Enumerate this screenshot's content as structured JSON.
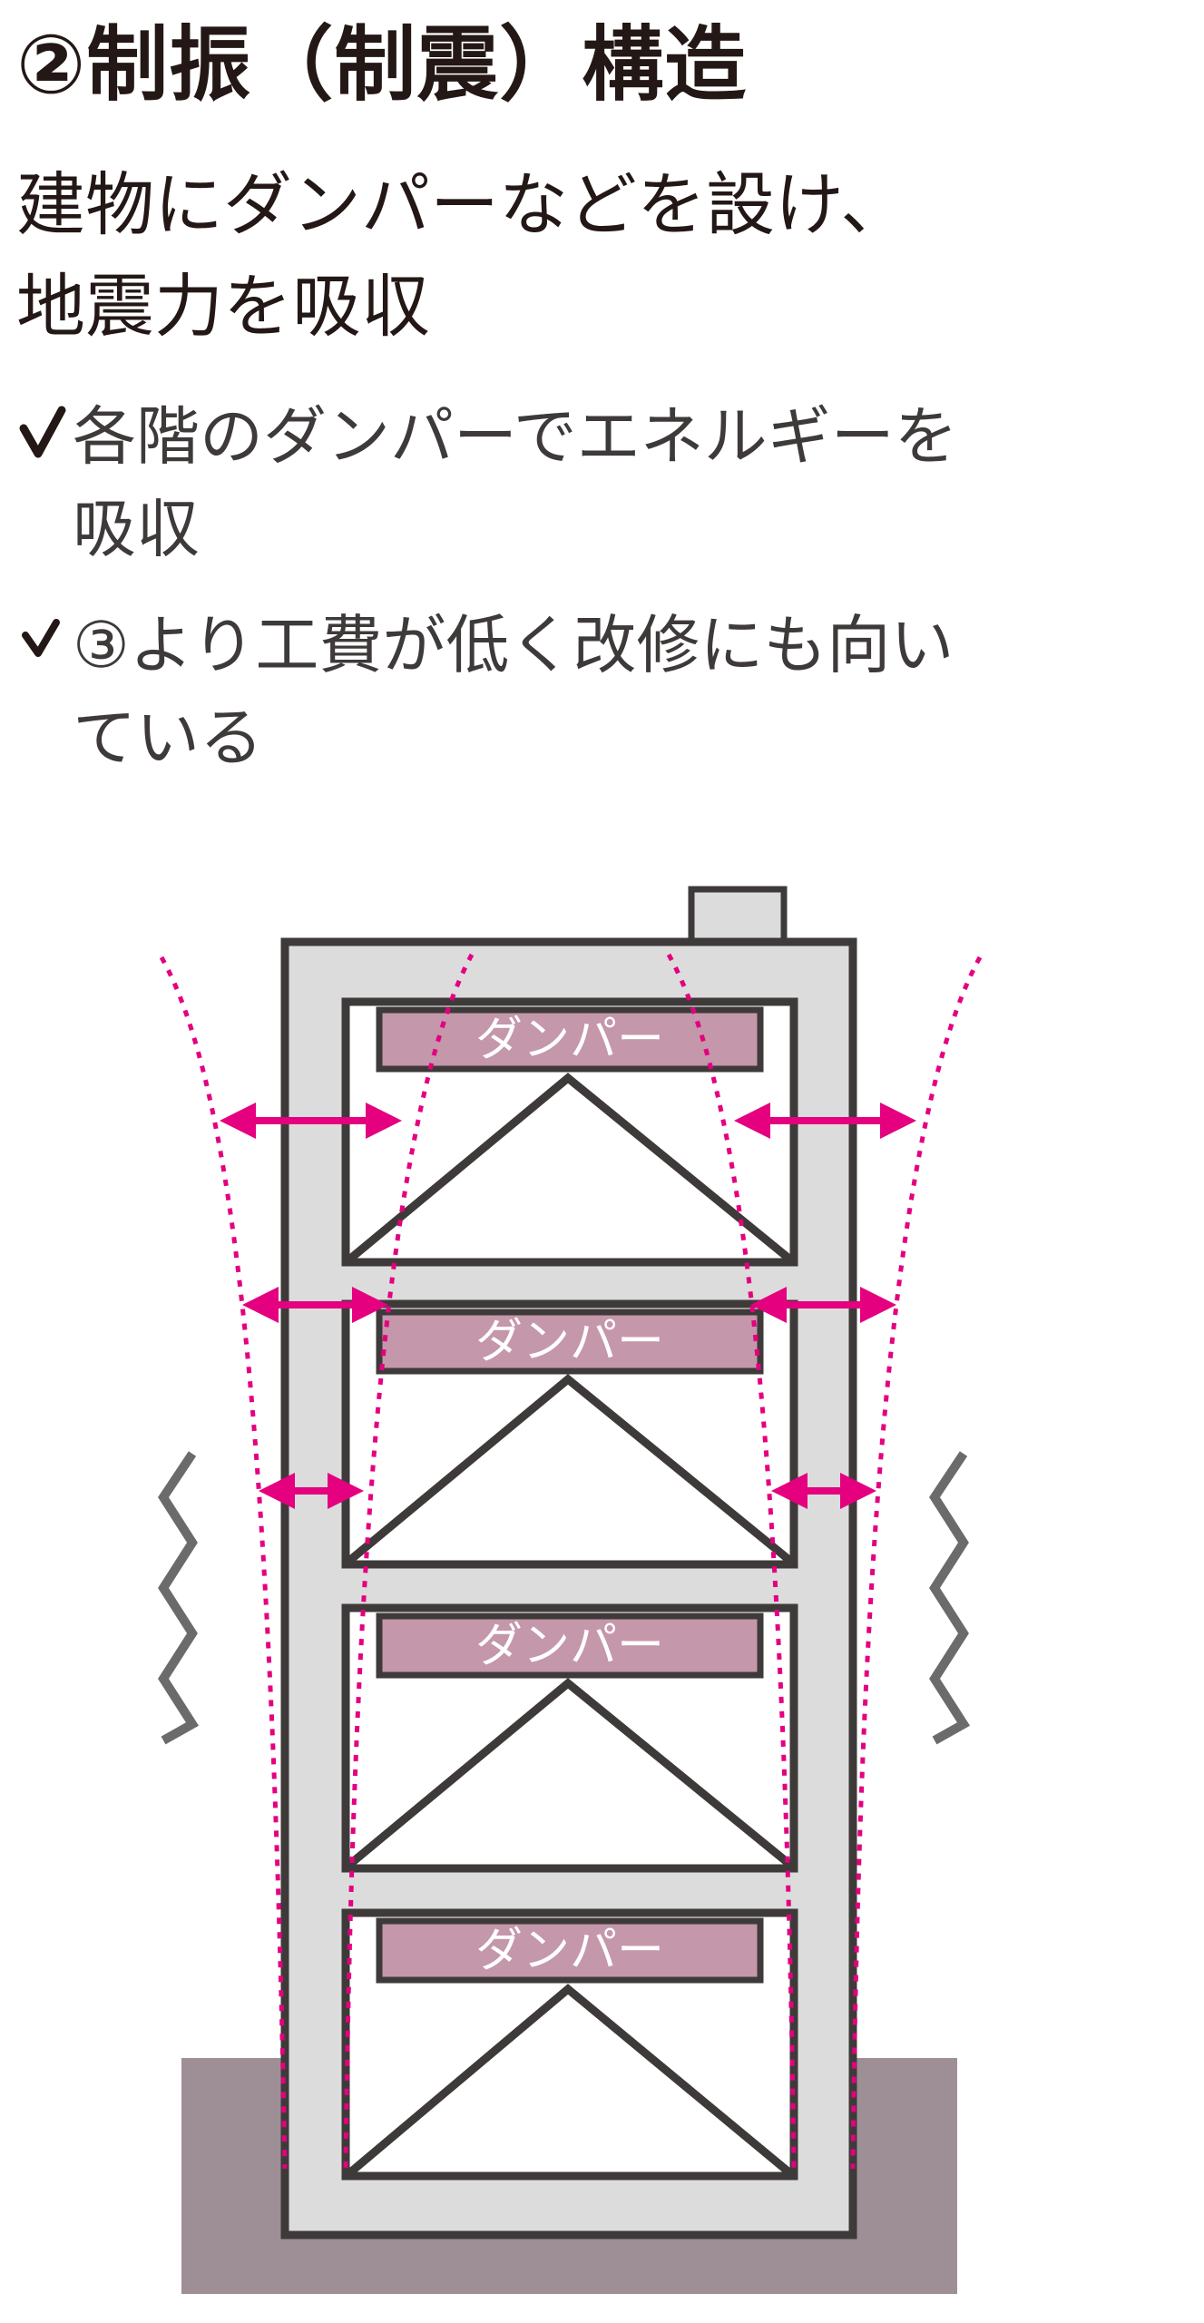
{
  "heading": "②制振（制震）構造",
  "subtitle": {
    "lines": [
      "建物にダンパーなどを設け、",
      "地震力を吸収"
    ]
  },
  "points": [
    {
      "lines": [
        "各階のダンパーでエネルギーを",
        "吸収"
      ]
    },
    {
      "lines": [
        "③より工費が低く改修にも向い",
        "ている"
      ]
    }
  ],
  "diagram": {
    "damper_labels": [
      "ダンパー",
      "ダンパー",
      "ダンパー",
      "ダンパー"
    ],
    "colors": {
      "frame": "#3e3a39",
      "frame_fill": "#dcdcdd",
      "damper": "#c497aa",
      "arrow": "#e4007f",
      "ground": "#9e8f96",
      "zigzag": "#6b6b6b"
    },
    "icons": [
      "check-icon",
      "double-arrow-icon",
      "zigzag-icon"
    ]
  }
}
